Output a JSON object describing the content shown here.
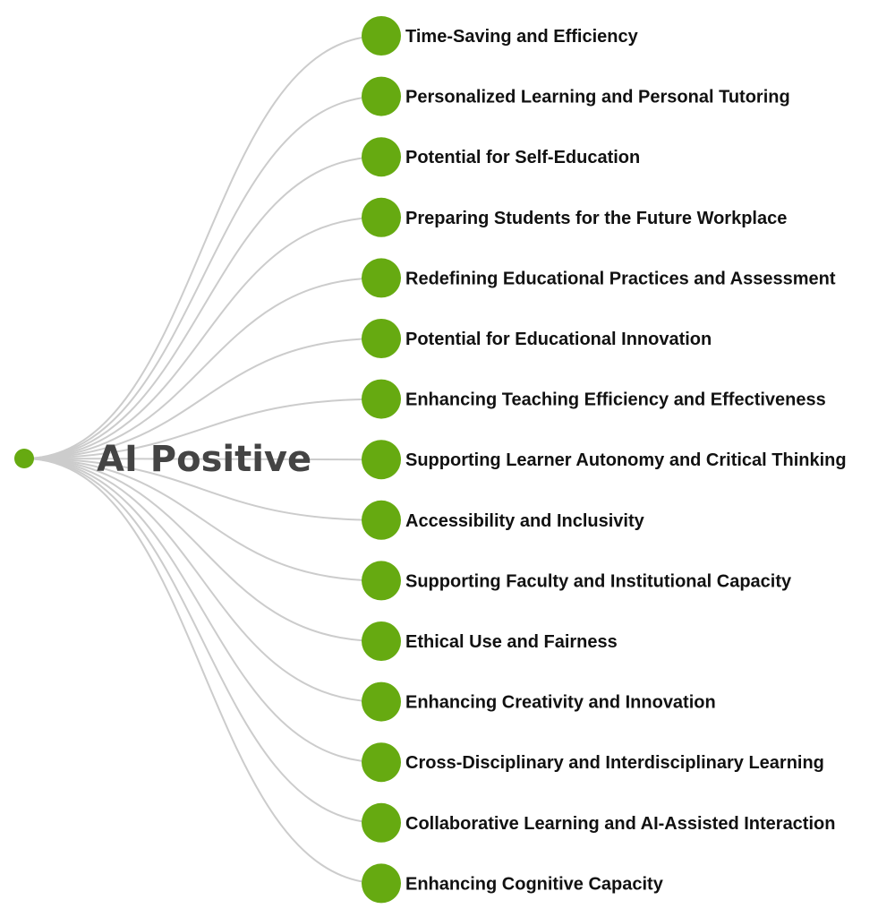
{
  "root": {
    "label": "AI Positive"
  },
  "children": [
    {
      "label": "Time-Saving and Efficiency"
    },
    {
      "label": "Personalized Learning and Personal Tutoring"
    },
    {
      "label": "Potential for Self-Education"
    },
    {
      "label": "Preparing Students for the Future Workplace"
    },
    {
      "label": "Redefining Educational Practices and Assessment"
    },
    {
      "label": "Potential for Educational Innovation"
    },
    {
      "label": "Enhancing Teaching Efficiency and Effectiveness"
    },
    {
      "label": "Supporting Learner Autonomy and Critical Thinking"
    },
    {
      "label": "Accessibility and Inclusivity"
    },
    {
      "label": "Supporting Faculty and Institutional Capacity"
    },
    {
      "label": "Ethical Use and Fairness"
    },
    {
      "label": "Enhancing Creativity and Innovation"
    },
    {
      "label": "Cross-Disciplinary and Interdisciplinary Learning"
    },
    {
      "label": "Collaborative Learning and AI-Assisted Interaction"
    },
    {
      "label": "Enhancing Cognitive Capacity"
    }
  ],
  "colors": {
    "node": "#66aa11",
    "link": "#cccccc",
    "leaf_text": "#111111",
    "root_text": "#444444"
  }
}
